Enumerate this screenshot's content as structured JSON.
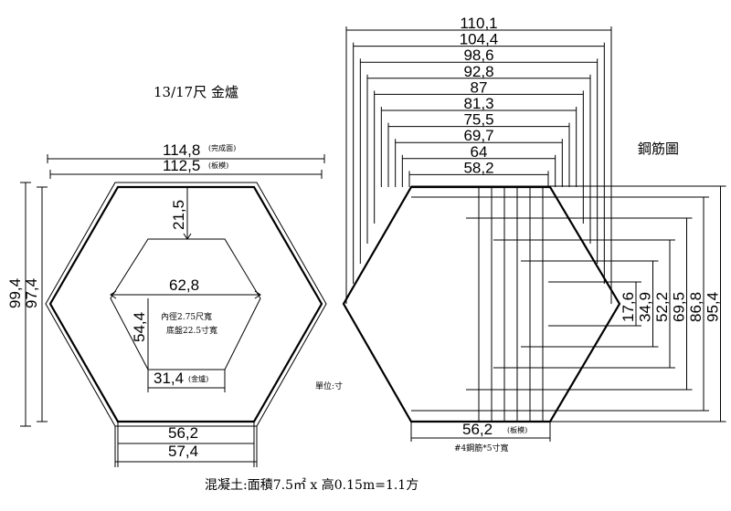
{
  "left": {
    "title": "13/17尺 金爐",
    "top_finished": "114,8",
    "top_finished_note": "(完成面)",
    "top_form": "112,5",
    "top_form_note": "(板模)",
    "height_outer": "99,4",
    "height_inner": "97,4",
    "offset_top": "21,5",
    "inner_width": "62,8",
    "inner_height": "54,4",
    "inner_note_1": "內徑2.75尺寬",
    "inner_note_2": "底盤22.5寸寬",
    "inner_bottom": "31,4",
    "inner_bottom_note": "(金爐)",
    "bottom_edge": "56,2",
    "bottom_outer": "57,4",
    "unit_note": "單位:寸"
  },
  "right": {
    "title": "鋼筋圖",
    "widths": [
      "110,1",
      "104,4",
      "98,6",
      "92,8",
      "87",
      "81,3",
      "75,5",
      "69,7",
      "64",
      "58,2"
    ],
    "heights": [
      "17,6",
      "34,9",
      "52,2",
      "69,5",
      "86,8",
      "95,4"
    ],
    "bottom_edge": "56,2",
    "bottom_edge_note": "(板模)",
    "rebar_note": "#4鋼筋*5寸寬"
  },
  "footer": {
    "formula": "混凝土:面積7.5㎡ x 高0.15m=1.1方"
  }
}
